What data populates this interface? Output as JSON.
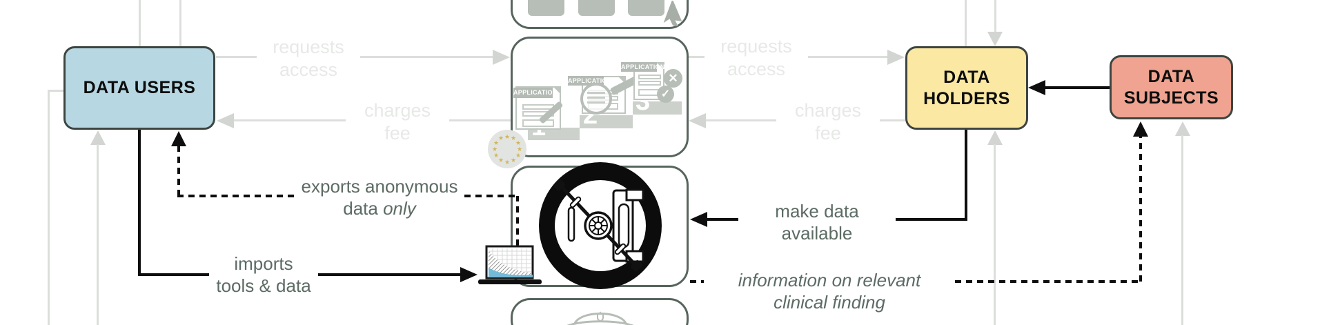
{
  "boxes": {
    "data_users": {
      "label": "DATA USERS",
      "fill": "#b7d7e3"
    },
    "data_holders": {
      "label": "DATA HOLDERS",
      "fill": "#fbe8a3"
    },
    "data_subjects": {
      "label": "DATA SUBJECTS",
      "fill": "#efa390"
    }
  },
  "faded_flow": {
    "requests_access_left": {
      "line1": "requests",
      "line2": "access"
    },
    "charges_fee_left": {
      "line1": "charges",
      "line2": "fee"
    },
    "requests_access_right": {
      "line1": "requests",
      "line2": "access"
    },
    "charges_fee_right": {
      "line1": "charges",
      "line2": "fee"
    }
  },
  "edge_labels": {
    "exports": {
      "line1": "exports anonymous",
      "line2_regular": "data ",
      "line2_italic": "only"
    },
    "imports": {
      "line1": "imports",
      "line2": "tools & data"
    },
    "make_data": {
      "line1": "make data",
      "line2": "available"
    },
    "clinical": {
      "line1": "information on relevant",
      "line2": "clinical finding"
    }
  },
  "app_graphic": {
    "doc_label": "APPLICATION",
    "steps": [
      "1",
      "2",
      "3"
    ],
    "cross_glyph": "✕",
    "check_glyph": "✓"
  },
  "icons": {
    "center_column": [
      "cursor-icon",
      "application-review-icon",
      "eu-flag-icon",
      "vault-icon",
      "laptop-chart-icon",
      "police-cap-icon"
    ]
  },
  "colors": {
    "users_fill": "#b7d7e3",
    "holders_fill": "#fbe8a3",
    "subjects_fill": "#efa390",
    "faded_line": "#dcdedc",
    "faded_label": "#e7e9e7",
    "dark_label": "#5c6b64",
    "black_line": "#0e0e0e",
    "center_box_border": "#57655d",
    "laptop_chart_blue": "#74b9d8",
    "eu_star_gold": "#d2b656"
  }
}
